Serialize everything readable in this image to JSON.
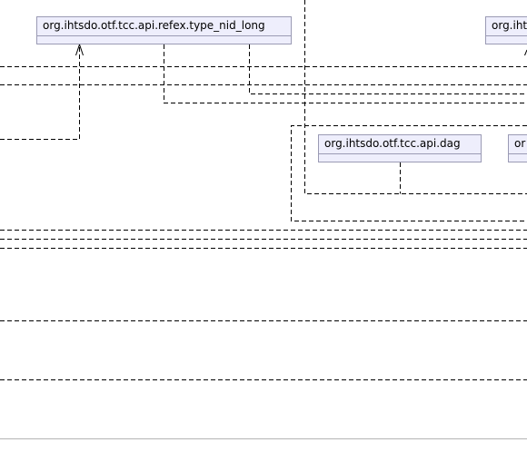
{
  "diagram": {
    "packages": [
      {
        "id": "type_nid_long",
        "label": "org.ihtsdo.otf.tcc.api.refex.type_nid_long"
      },
      {
        "id": "right_top",
        "label": "org.ihts"
      },
      {
        "id": "dag",
        "label": "org.ihtsdo.otf.tcc.api.dag"
      },
      {
        "id": "right_mid",
        "label": "or"
      }
    ]
  },
  "colors": {
    "package_fill": "#eeeefc",
    "package_border": "#9a9ab4",
    "connector": "#000000",
    "frame_line": "#b4b4b4"
  }
}
